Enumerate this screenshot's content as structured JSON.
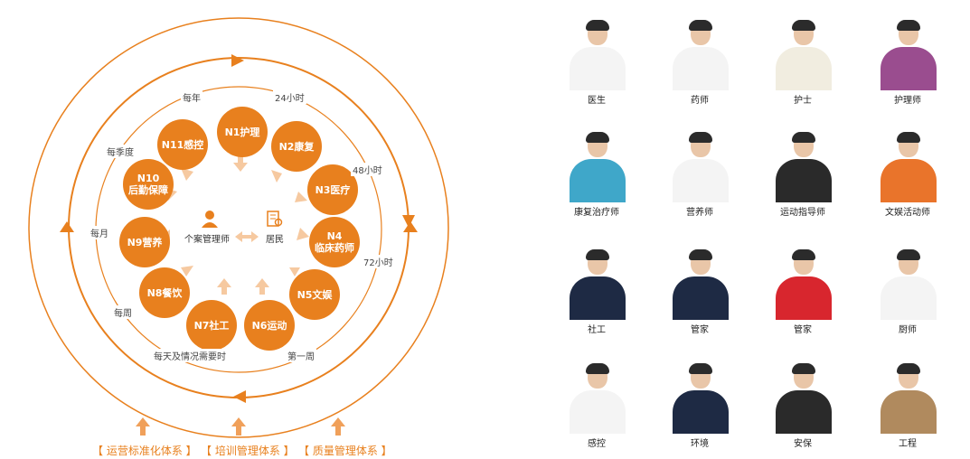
{
  "diagram": {
    "nodes": [
      {
        "id": "n1",
        "label": "N1护理"
      },
      {
        "id": "n2",
        "label": "N2康复"
      },
      {
        "id": "n3",
        "label": "N3医疗"
      },
      {
        "id": "n4a",
        "label": "N4"
      },
      {
        "id": "n4b",
        "label": "临床药师"
      },
      {
        "id": "n5",
        "label": "N5文娱"
      },
      {
        "id": "n6",
        "label": "N6运动"
      },
      {
        "id": "n7",
        "label": "N7社工"
      },
      {
        "id": "n8",
        "label": "N8餐饮"
      },
      {
        "id": "n9",
        "label": "N9营养"
      },
      {
        "id": "n10a",
        "label": "N10"
      },
      {
        "id": "n10b",
        "label": "后勤保障"
      },
      {
        "id": "n11",
        "label": "N11感控"
      }
    ],
    "center_left": "个案管理师",
    "center_right": "居民",
    "cycle_labels": {
      "yearly": "每年",
      "h24": "24小时",
      "h48": "48小时",
      "quarterly": "每季度",
      "monthly": "每月",
      "h72": "72小时",
      "weekly": "每周",
      "first_week": "第一周",
      "daily": "每天及情况需要时"
    },
    "systems": [
      "【 运营标准化体系 】",
      "【 培训管理体系 】",
      "【 质量管理体系 】"
    ],
    "colors": {
      "accent": "#e8801e",
      "arrow_light": "#f6c9a0"
    }
  },
  "staff": [
    {
      "role": "医生",
      "outfit": "#f4f4f4"
    },
    {
      "role": "药师",
      "outfit": "#f4f4f4"
    },
    {
      "role": "护士",
      "outfit": "#f1ede0"
    },
    {
      "role": "护理师",
      "outfit": "#9a4d8f"
    },
    {
      "role": "康复治疗师",
      "outfit": "#3fa7c9"
    },
    {
      "role": "营养师",
      "outfit": "#f4f4f4"
    },
    {
      "role": "运动指导师",
      "outfit": "#2a2a2a"
    },
    {
      "role": "文娱活动师",
      "outfit": "#e9742b"
    },
    {
      "role": "社工",
      "outfit": "#1e2a44"
    },
    {
      "role": "管家",
      "outfit": "#1e2a44"
    },
    {
      "role": "管家",
      "outfit": "#d8262e"
    },
    {
      "role": "厨师",
      "outfit": "#f4f4f4"
    },
    {
      "role": "感控",
      "outfit": "#f4f4f4"
    },
    {
      "role": "环境",
      "outfit": "#1e2a44"
    },
    {
      "role": "安保",
      "outfit": "#2a2a2a"
    },
    {
      "role": "工程",
      "outfit": "#b08a5e"
    }
  ]
}
